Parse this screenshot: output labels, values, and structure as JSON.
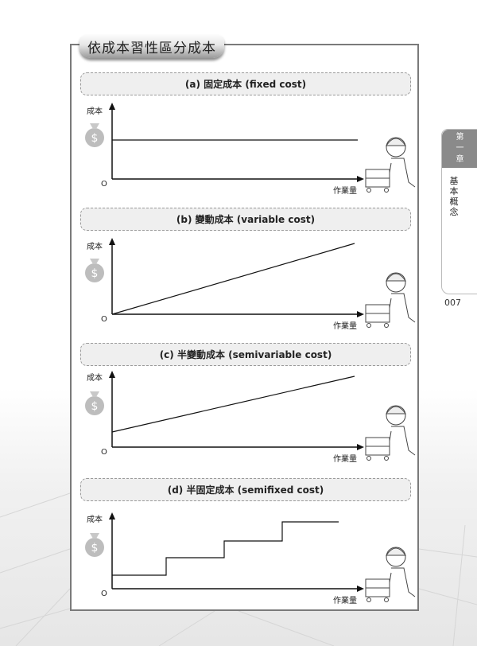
{
  "page": {
    "title": "依成本習性區分成本",
    "page_number": "007",
    "side_tab": {
      "chapter_chars": [
        "第",
        "一",
        "章"
      ],
      "topic_chars": [
        "基",
        "本",
        "概",
        "念"
      ]
    }
  },
  "sections": [
    {
      "banner": "(a) 固定成本 (fixed cost)",
      "y_label": "成本",
      "x_label": "作業量",
      "origin": "O"
    },
    {
      "banner": "(b) 變動成本 (variable cost)",
      "y_label": "成本",
      "x_label": "作業量",
      "origin": "O"
    },
    {
      "banner": "(c) 半變動成本 (semivariable cost)",
      "y_label": "成本",
      "x_label": "作業量",
      "origin": "O"
    },
    {
      "banner": "(d) 半固定成本 (semifixed cost)",
      "y_label": "成本",
      "x_label": "作業量",
      "origin": "O"
    }
  ],
  "icons": {
    "money_bag": "money-bag-dollar-icon",
    "worker": "worker-pushing-cart-illustration"
  },
  "chart_data": [
    {
      "type": "line",
      "title": "(a) 固定成本 (fixed cost)",
      "xlabel": "作業量",
      "ylabel": "成本",
      "x": [
        0,
        10
      ],
      "values": [
        5,
        5
      ],
      "xlim": [
        0,
        10
      ],
      "ylim": [
        0,
        10
      ],
      "grid": false
    },
    {
      "type": "line",
      "title": "(b) 變動成本 (variable cost)",
      "xlabel": "作業量",
      "ylabel": "成本",
      "x": [
        0,
        10
      ],
      "values": [
        0,
        9.7
      ],
      "xlim": [
        0,
        10
      ],
      "ylim": [
        0,
        10
      ],
      "grid": false
    },
    {
      "type": "line",
      "title": "(c) 半變動成本 (semivariable cost)",
      "xlabel": "作業量",
      "ylabel": "成本",
      "x": [
        0,
        10
      ],
      "values": [
        2,
        9.6
      ],
      "xlim": [
        0,
        10
      ],
      "ylim": [
        0,
        10
      ],
      "grid": false
    },
    {
      "type": "line",
      "title": "(d) 半固定成本 (semifixed cost)",
      "xlabel": "作業量",
      "ylabel": "成本",
      "x": [
        0,
        2.2,
        2.2,
        4.6,
        4.6,
        7.0,
        7.0,
        9.3
      ],
      "values": [
        1.8,
        1.8,
        4.2,
        4.2,
        6.5,
        6.5,
        9.1,
        9.1
      ],
      "xlim": [
        0,
        10
      ],
      "ylim": [
        0,
        10
      ],
      "grid": false
    }
  ]
}
